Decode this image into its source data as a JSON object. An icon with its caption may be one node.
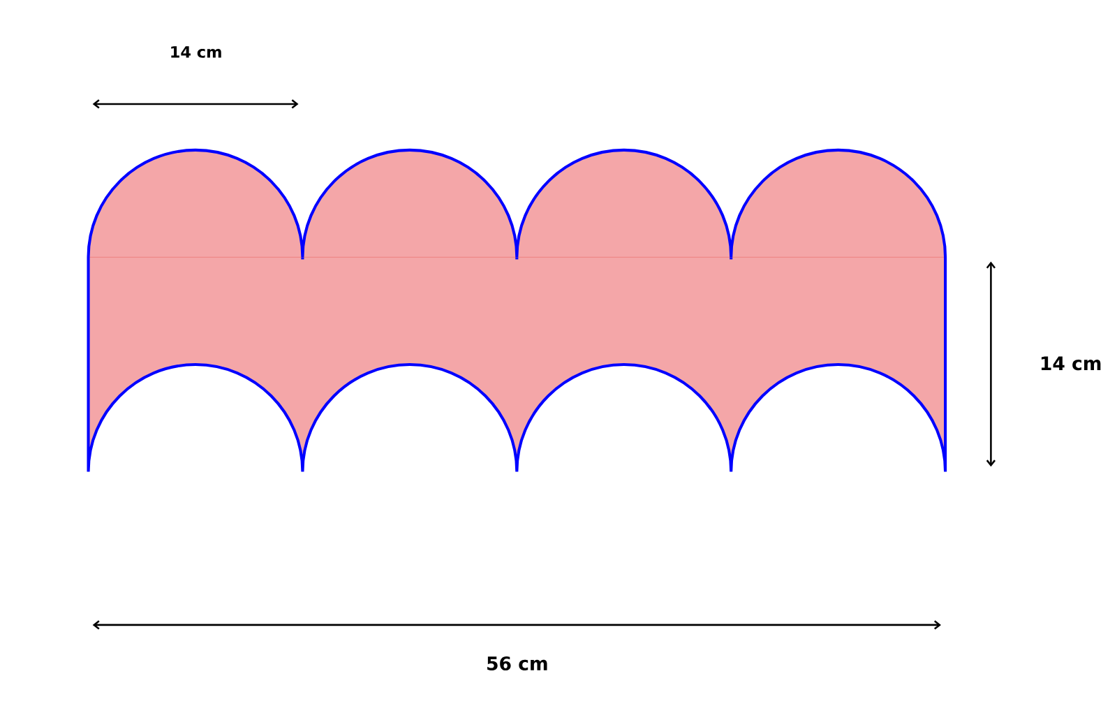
{
  "diagram": {
    "labels": [
      "14 cm",
      "14 cm",
      "56 cm"
    ]
  }
}
